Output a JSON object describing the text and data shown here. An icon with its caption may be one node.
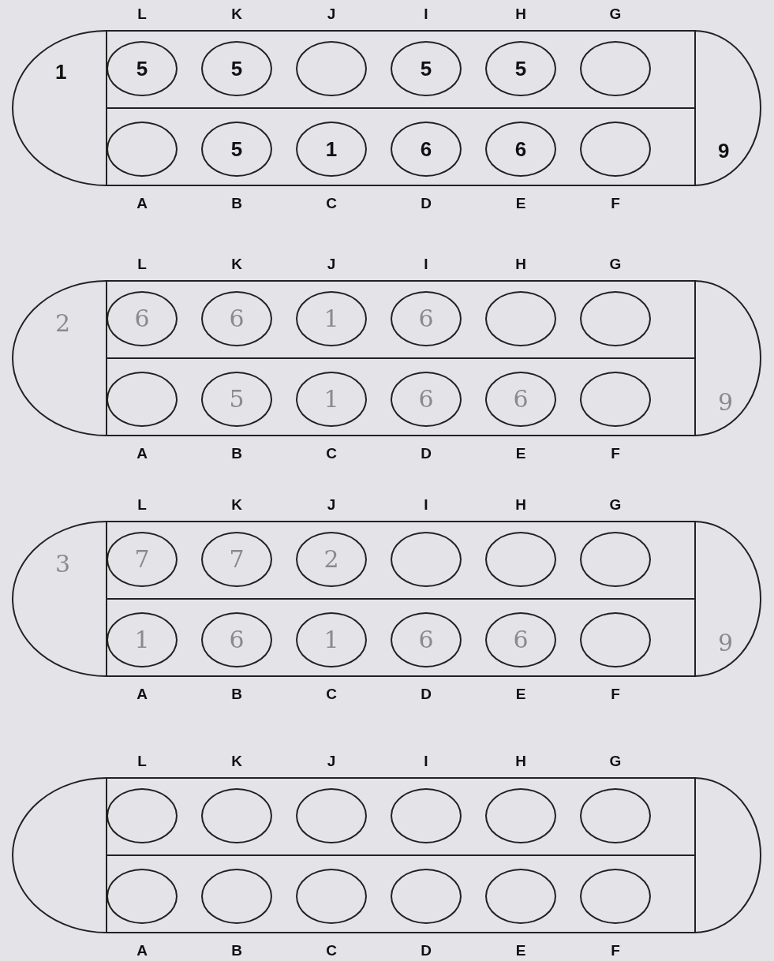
{
  "diagram": {
    "nodes": [
      {
        "text": [],
        "shape": "box"
      },
      {
        "text": [
          "1"
        ],
        "in": 0
      },
      {
        "text": [
          "5"
        ],
        "beside": [
          "L"
        ],
        "in": 0
      },
      {
        "text": [
          "5"
        ],
        "beside": [
          "K"
        ],
        "in": 0
      },
      {
        "text": [],
        "shape": "circle",
        "beside": [
          "J"
        ],
        "in": 0
      },
      {
        "text": [
          "5"
        ],
        "beside": [
          "I"
        ],
        "in": 0
      },
      {
        "text": [
          "5"
        ],
        "beside": [
          "H"
        ],
        "in": 0
      },
      {
        "text": [],
        "shape": "circle",
        "beside": [
          "G"
        ],
        "in": 0
      },
      {
        "text": [],
        "shape": "circle",
        "beside": [
          "A"
        ],
        "in": 0
      },
      {
        "text": [
          "5"
        ],
        "beside": [
          "B"
        ],
        "in": 0
      },
      {
        "text": [
          "1"
        ],
        "beside": [
          "C"
        ],
        "in": 0
      },
      {
        "text": [
          "6"
        ],
        "beside": [
          "D"
        ],
        "in": 0
      },
      {
        "text": [
          "6"
        ],
        "beside": [
          "E"
        ],
        "in": 0
      },
      {
        "text": [],
        "shape": "circle",
        "beside": [
          "F"
        ],
        "in": 0
      },
      {
        "text": [
          "9"
        ],
        "in": 0
      },
      {
        "text": [],
        "shape": "box"
      },
      {
        "text": [
          "2"
        ],
        "in": 15
      },
      {
        "text": [
          "6"
        ],
        "beside": [
          "L"
        ],
        "in": 15
      },
      {
        "text": [
          "6"
        ],
        "beside": [
          "K"
        ],
        "in": 15
      },
      {
        "text": [
          "1"
        ],
        "beside": [
          "J"
        ],
        "in": 15
      },
      {
        "text": [
          "6"
        ],
        "beside": [
          "I"
        ],
        "in": 15
      },
      {
        "text": [],
        "shape": "circle",
        "beside": [
          "H"
        ],
        "in": 15
      },
      {
        "text": [],
        "shape": "circle",
        "beside": [
          "G"
        ],
        "in": 15
      },
      {
        "text": [],
        "shape": "circle",
        "beside": [
          "A"
        ],
        "in": 15
      },
      {
        "text": [
          "5"
        ],
        "beside": [
          "B"
        ],
        "in": 15
      },
      {
        "text": [
          "1"
        ],
        "beside": [
          "C"
        ],
        "in": 15
      },
      {
        "text": [
          "6"
        ],
        "beside": [
          "D"
        ],
        "in": 15
      },
      {
        "text": [
          "6"
        ],
        "beside": [
          "E"
        ],
        "in": 15
      },
      {
        "text": [],
        "shape": "circle",
        "beside": [
          "F"
        ],
        "in": 15
      },
      {
        "text": [
          "9"
        ],
        "in": 15
      },
      {
        "text": [],
        "shape": "box"
      },
      {
        "text": [
          "3"
        ],
        "in": 30
      },
      {
        "text": [
          "7"
        ],
        "beside": [
          "L"
        ],
        "in": 30
      },
      {
        "text": [
          "7"
        ],
        "beside": [
          "K"
        ],
        "in": 30
      },
      {
        "text": [
          "2"
        ],
        "beside": [
          "J"
        ],
        "in": 30
      },
      {
        "text": [],
        "shape": "circle",
        "beside": [
          "I"
        ],
        "in": 30
      },
      {
        "text": [],
        "shape": "circle",
        "beside": [
          "H"
        ],
        "in": 30
      },
      {
        "text": [],
        "shape": "circle",
        "beside": [
          "G"
        ],
        "in": 30
      },
      {
        "text": [
          "1"
        ],
        "beside": [
          "A"
        ],
        "in": 30
      },
      {
        "text": [
          "6"
        ],
        "beside": [
          "B"
        ],
        "in": 30
      },
      {
        "text": [
          "1"
        ],
        "beside": [
          "C"
        ],
        "in": 30
      },
      {
        "text": [
          "6"
        ],
        "beside": [
          "D"
        ],
        "in": 30
      },
      {
        "text": [
          "6"
        ],
        "beside": [
          "E"
        ],
        "in": 30
      },
      {
        "text": [],
        "shape": "circle",
        "beside": [
          "F"
        ],
        "in": 30
      },
      {
        "text": [
          "9"
        ],
        "in": 30
      },
      {
        "text": [],
        "shape": "box"
      },
      {
        "text": [],
        "shape": "box",
        "in": 45
      },
      {
        "text": [],
        "shape": "circle",
        "beside": [
          "L"
        ],
        "in": 45
      },
      {
        "text": [],
        "shape": "circle",
        "beside": [
          "K"
        ],
        "in": 45
      },
      {
        "text": [],
        "shape": "circle",
        "beside": [
          "J"
        ],
        "in": 45
      },
      {
        "text": [],
        "shape": "circle",
        "beside": [
          "I"
        ],
        "in": 45
      },
      {
        "text": [],
        "shape": "circle",
        "beside": [
          "H"
        ],
        "in": 45
      },
      {
        "text": [],
        "shape": "circle",
        "beside": [
          "G"
        ],
        "in": 45
      },
      {
        "text": [],
        "shape": "circle",
        "beside": [
          "A"
        ],
        "in": 45
      },
      {
        "text": [],
        "shape": "circle",
        "beside": [
          "B"
        ],
        "in": 45
      },
      {
        "text": [],
        "shape": "circle",
        "beside": [
          "C"
        ],
        "in": 45
      },
      {
        "text": [],
        "shape": "circle",
        "beside": [
          "D"
        ],
        "in": 45
      },
      {
        "text": [],
        "shape": "circle",
        "beside": [
          "E"
        ],
        "in": 45
      },
      {
        "text": [],
        "shape": "circle",
        "beside": [
          "F"
        ],
        "in": 45
      },
      {
        "text": [],
        "shape": "box",
        "in": 45
      }
    ],
    "edges": []
  }
}
